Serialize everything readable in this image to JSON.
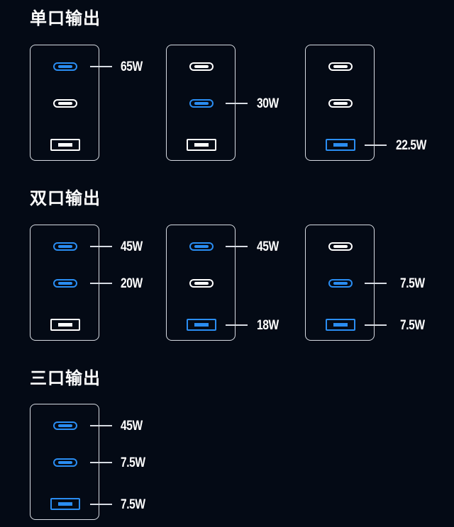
{
  "colors": {
    "background": "#040a15",
    "active_port": "#2a8df2",
    "idle_port": "#ffffff",
    "outline": "#d7dbe2"
  },
  "sections": [
    {
      "title": "单口输出",
      "configs": [
        {
          "ports": [
            {
              "type": "usb-c",
              "active": true,
              "label": "65W"
            },
            {
              "type": "usb-c",
              "active": false,
              "label": ""
            },
            {
              "type": "usb-a",
              "active": false,
              "label": ""
            }
          ]
        },
        {
          "ports": [
            {
              "type": "usb-c",
              "active": false,
              "label": ""
            },
            {
              "type": "usb-c",
              "active": true,
              "label": "30W"
            },
            {
              "type": "usb-a",
              "active": false,
              "label": ""
            }
          ]
        },
        {
          "ports": [
            {
              "type": "usb-c",
              "active": false,
              "label": ""
            },
            {
              "type": "usb-c",
              "active": false,
              "label": ""
            },
            {
              "type": "usb-a",
              "active": true,
              "label": "22.5W"
            }
          ]
        }
      ]
    },
    {
      "title": "双口输出",
      "configs": [
        {
          "ports": [
            {
              "type": "usb-c",
              "active": true,
              "label": "45W"
            },
            {
              "type": "usb-c",
              "active": true,
              "label": "20W"
            },
            {
              "type": "usb-a",
              "active": false,
              "label": ""
            }
          ]
        },
        {
          "ports": [
            {
              "type": "usb-c",
              "active": true,
              "label": "45W"
            },
            {
              "type": "usb-c",
              "active": false,
              "label": ""
            },
            {
              "type": "usb-a",
              "active": true,
              "label": "18W"
            }
          ]
        },
        {
          "ports": [
            {
              "type": "usb-c",
              "active": false,
              "label": ""
            },
            {
              "type": "usb-c",
              "active": true,
              "label": "7.5W"
            },
            {
              "type": "usb-a",
              "active": true,
              "label": "7.5W"
            }
          ]
        }
      ]
    },
    {
      "title": "三口输出",
      "configs": [
        {
          "ports": [
            {
              "type": "usb-c",
              "active": true,
              "label": "45W"
            },
            {
              "type": "usb-c",
              "active": true,
              "label": "7.5W"
            },
            {
              "type": "usb-a",
              "active": true,
              "label": "7.5W"
            }
          ]
        }
      ]
    }
  ]
}
